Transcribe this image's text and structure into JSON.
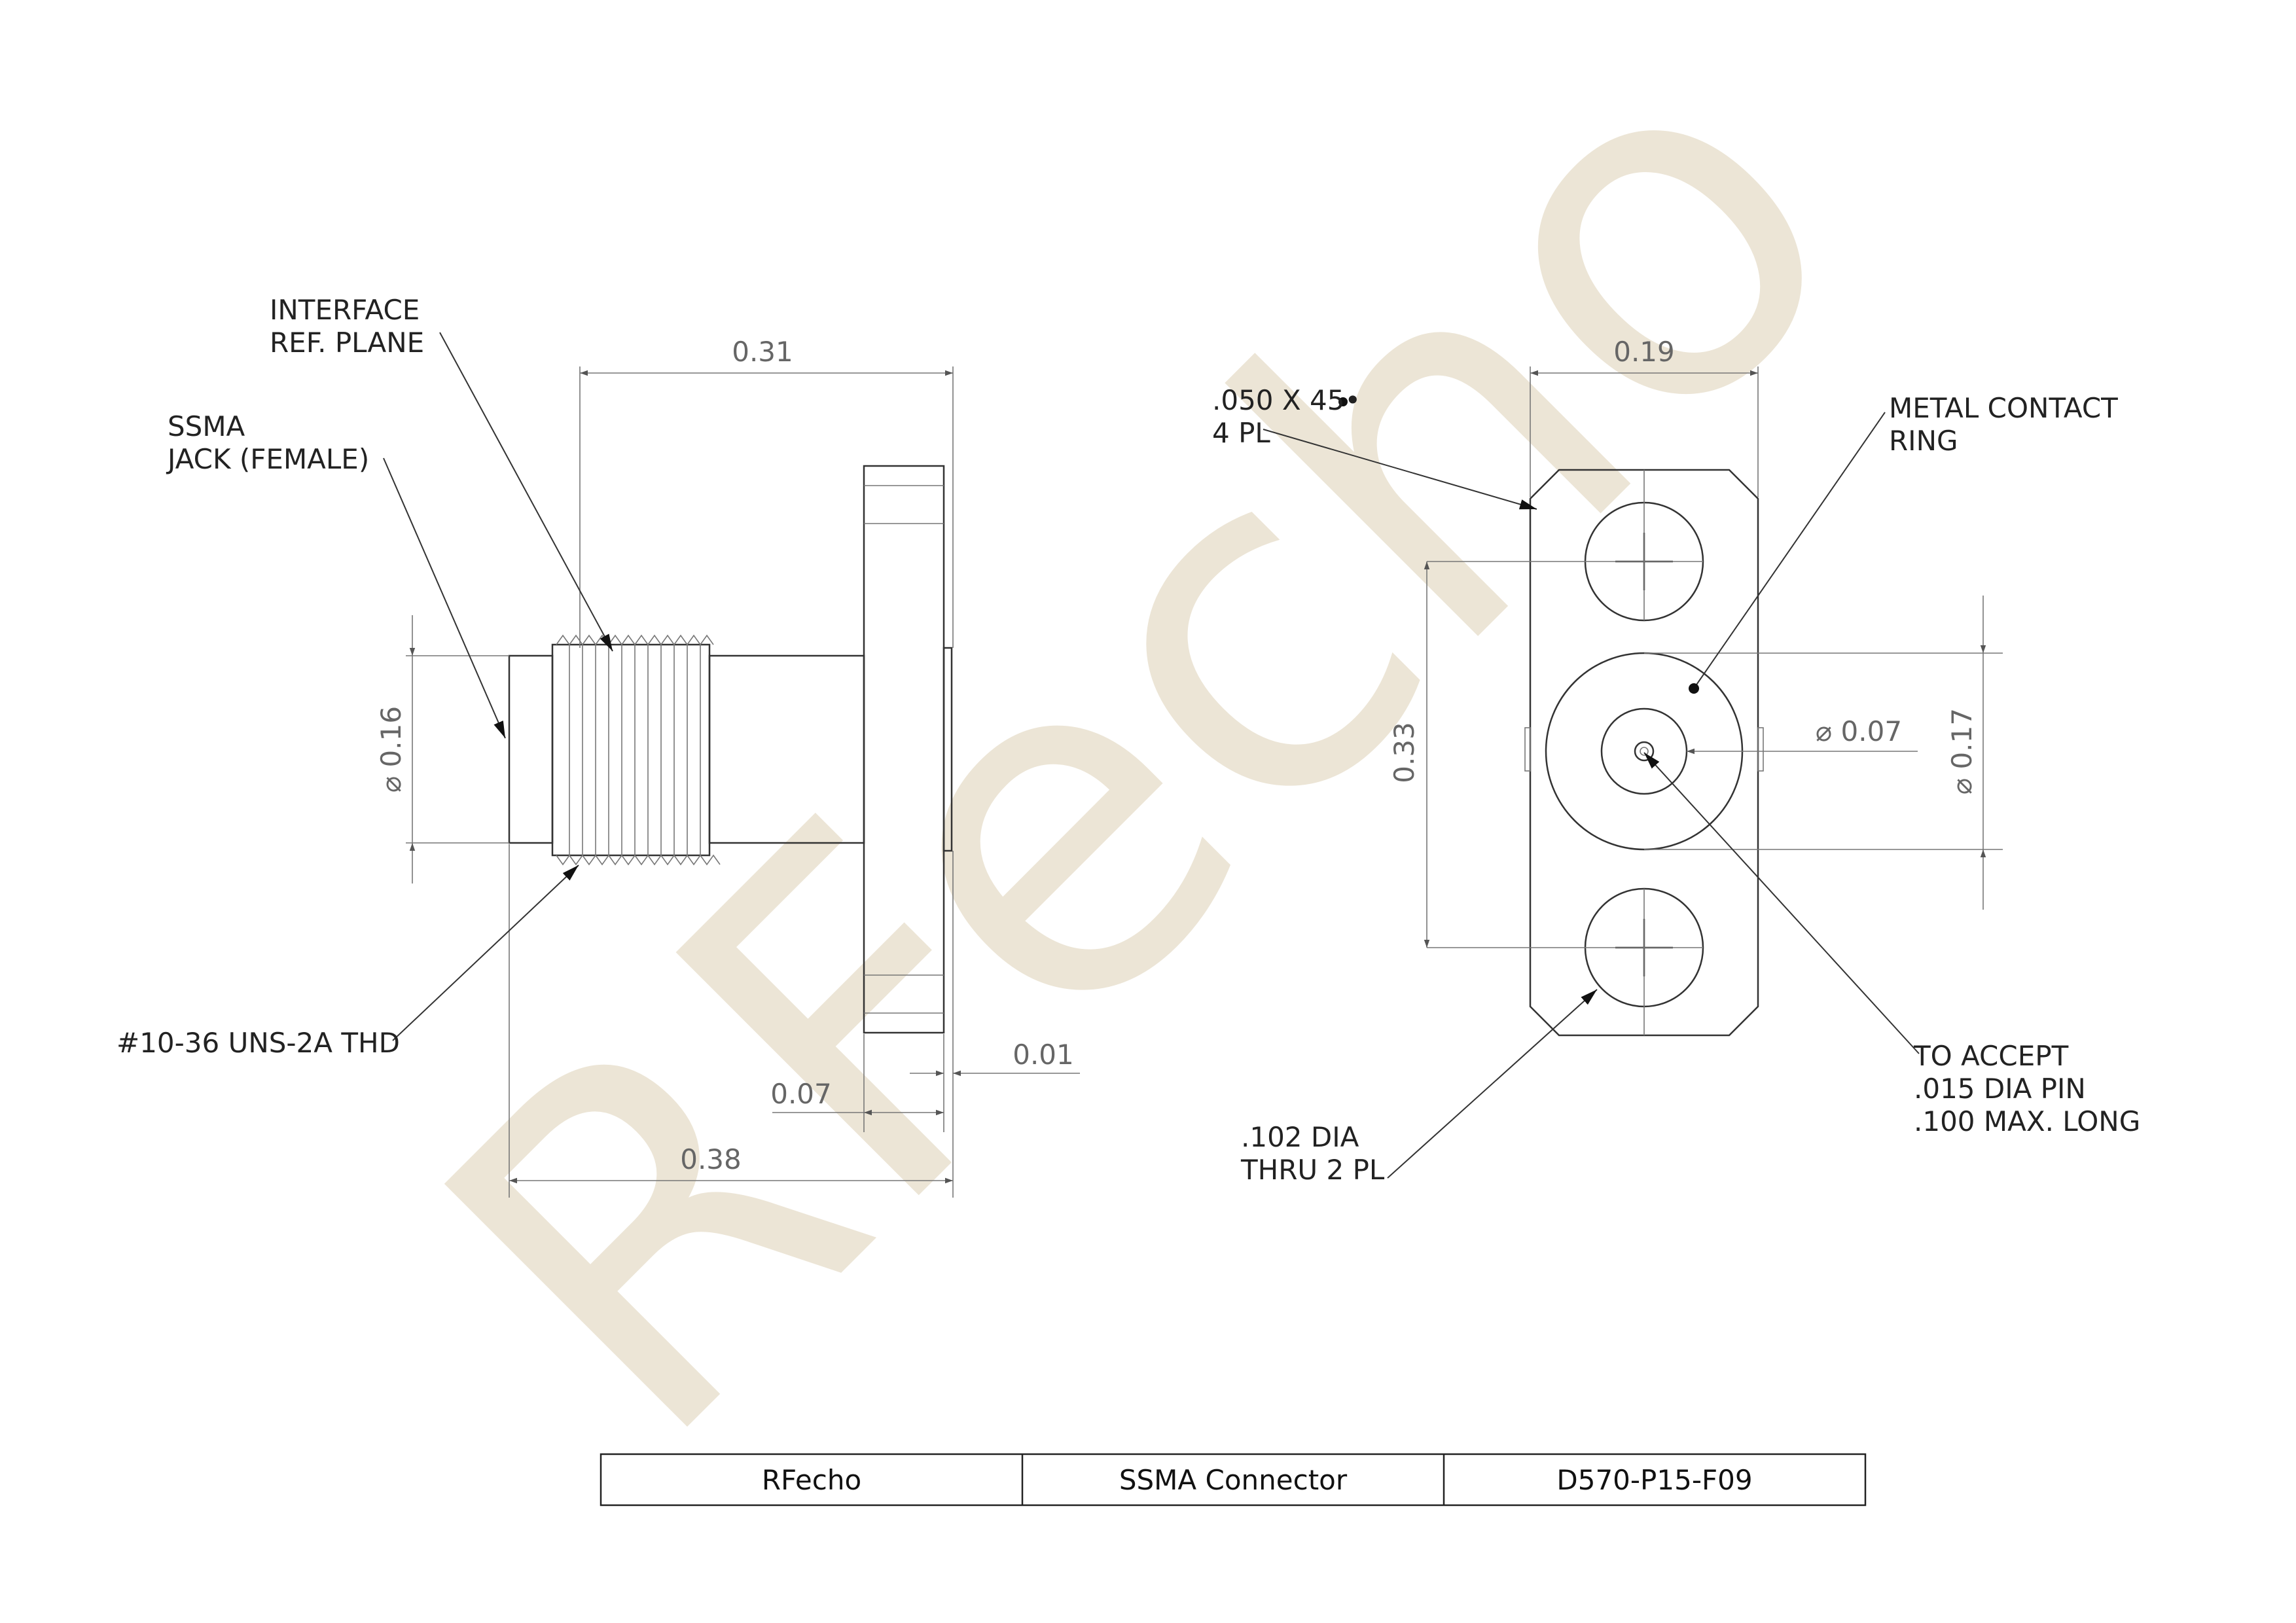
{
  "watermark": "RFecho",
  "colors": {
    "watermark": "#e9e1cf",
    "line": "#333333",
    "dimension": "#666666"
  },
  "side_view": {
    "labels": {
      "interface": [
        "INTERFACE",
        "REF. PLANE"
      ],
      "jack": [
        "SSMA",
        "JACK (FEMALE)"
      ],
      "thread": "#10-36 UNS-2A THD"
    },
    "dimensions": {
      "overall_top": "0.31",
      "diameter": "⌀ 0.16",
      "flange": "0.01",
      "flange_thickness": "0.07",
      "overall_bottom": "0.38"
    }
  },
  "front_view": {
    "labels": {
      "chamfer": [
        ".050 X 45•",
        "4 PL"
      ],
      "metal_ring": [
        "METAL CONTACT",
        "RING"
      ],
      "pin": [
        "TO ACCEPT",
        ".015 DIA PIN",
        ".100 MAX. LONG"
      ],
      "holes": [
        ".102 DIA",
        "THRU 2 PL"
      ]
    },
    "dimensions": {
      "width": "0.19",
      "height": "0.33",
      "pin_diameter": "⌀ 0.07",
      "ring_diameter": "⌀ 0.17"
    }
  },
  "title_block": {
    "company": "RFecho",
    "description": "SSMA Connector",
    "part_number": "D570-P15-F09"
  }
}
